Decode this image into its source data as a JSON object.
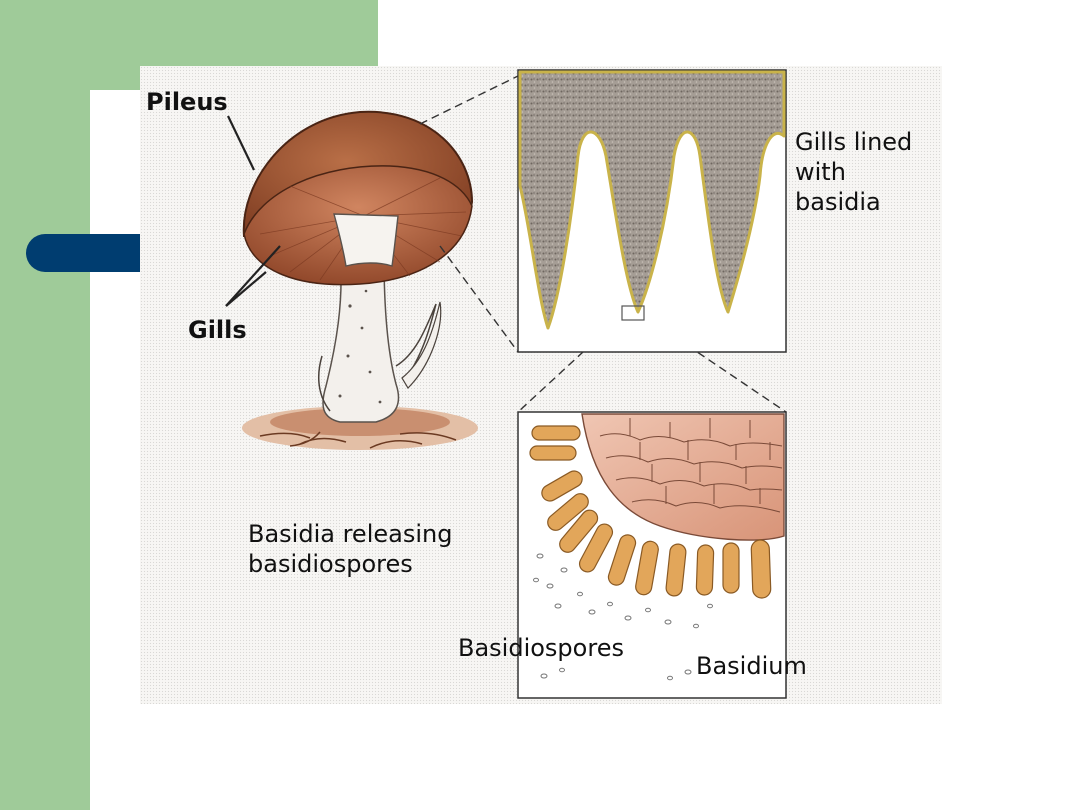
{
  "labels": {
    "pileus": "Pileus",
    "gills": "Gills",
    "gills_lined_line1": "Gills lined",
    "gills_lined_line2": "with",
    "gills_lined_line3": "basidia",
    "releasing_line1": "Basidia releasing",
    "releasing_line2": "basidiospores",
    "basidiospores": "Basidiospores",
    "basidium": "Basidium"
  },
  "colors": {
    "slide_green": "#9fcb99",
    "slide_blue": "#003d70",
    "cap_brown": "#9b4f2e",
    "gill_brown": "#b86a44",
    "stalk": "#f3f0ec",
    "tissue_gray": "#9a918a",
    "basidium_tan": "#e2a65a",
    "cell_pink": "#e9b29a"
  }
}
